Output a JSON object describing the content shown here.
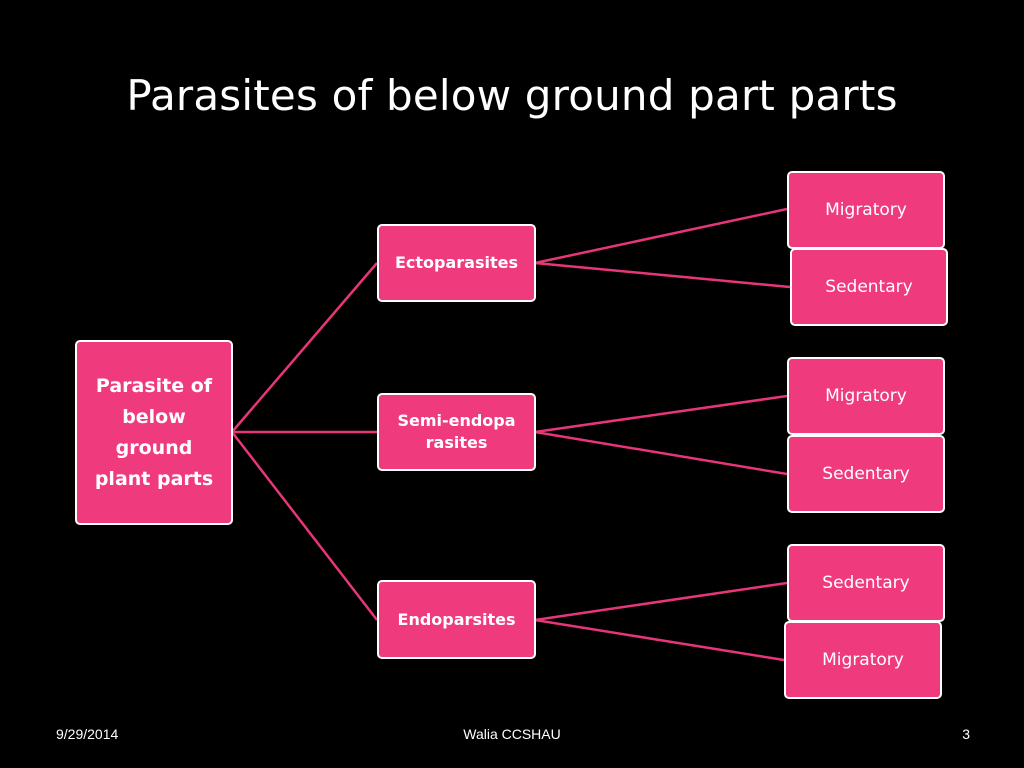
{
  "slide": {
    "title": "Parasites of below ground part parts"
  },
  "diagram": {
    "root": {
      "label": "Parasite of below ground plant parts"
    },
    "categories": [
      {
        "label": "Ectoparasites",
        "children": [
          "Migratory",
          "Sedentary"
        ]
      },
      {
        "label": "Semi-endoparasites",
        "children": [
          "Migratory",
          "Sedentary"
        ]
      },
      {
        "label": "Endoparsites",
        "children": [
          "Sedentary",
          "Migratory"
        ]
      }
    ],
    "connector_color": "#e8357a",
    "node_color": "#ef3a7e"
  },
  "footer": {
    "date": "9/29/2014",
    "author": "Walia CCSHAU",
    "page": "3"
  }
}
